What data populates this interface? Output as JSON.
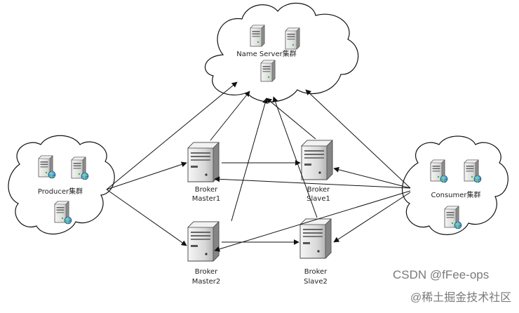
{
  "clusters": {
    "name_server": "Name Server集群",
    "producer": "Producer集群",
    "consumer": "Consumer集群"
  },
  "brokers": {
    "master1": {
      "line1": "Broker",
      "line2": "Master1"
    },
    "slave1": {
      "line1": "Broker",
      "line2": "Slave1"
    },
    "master2": {
      "line1": "Broker",
      "line2": "Master2"
    },
    "slave2": {
      "line1": "Broker",
      "line2": "Slave2"
    }
  },
  "watermarks": {
    "csdn": "CSDN @fFee-ops",
    "juejin": "@稀土掘金技术社区"
  }
}
